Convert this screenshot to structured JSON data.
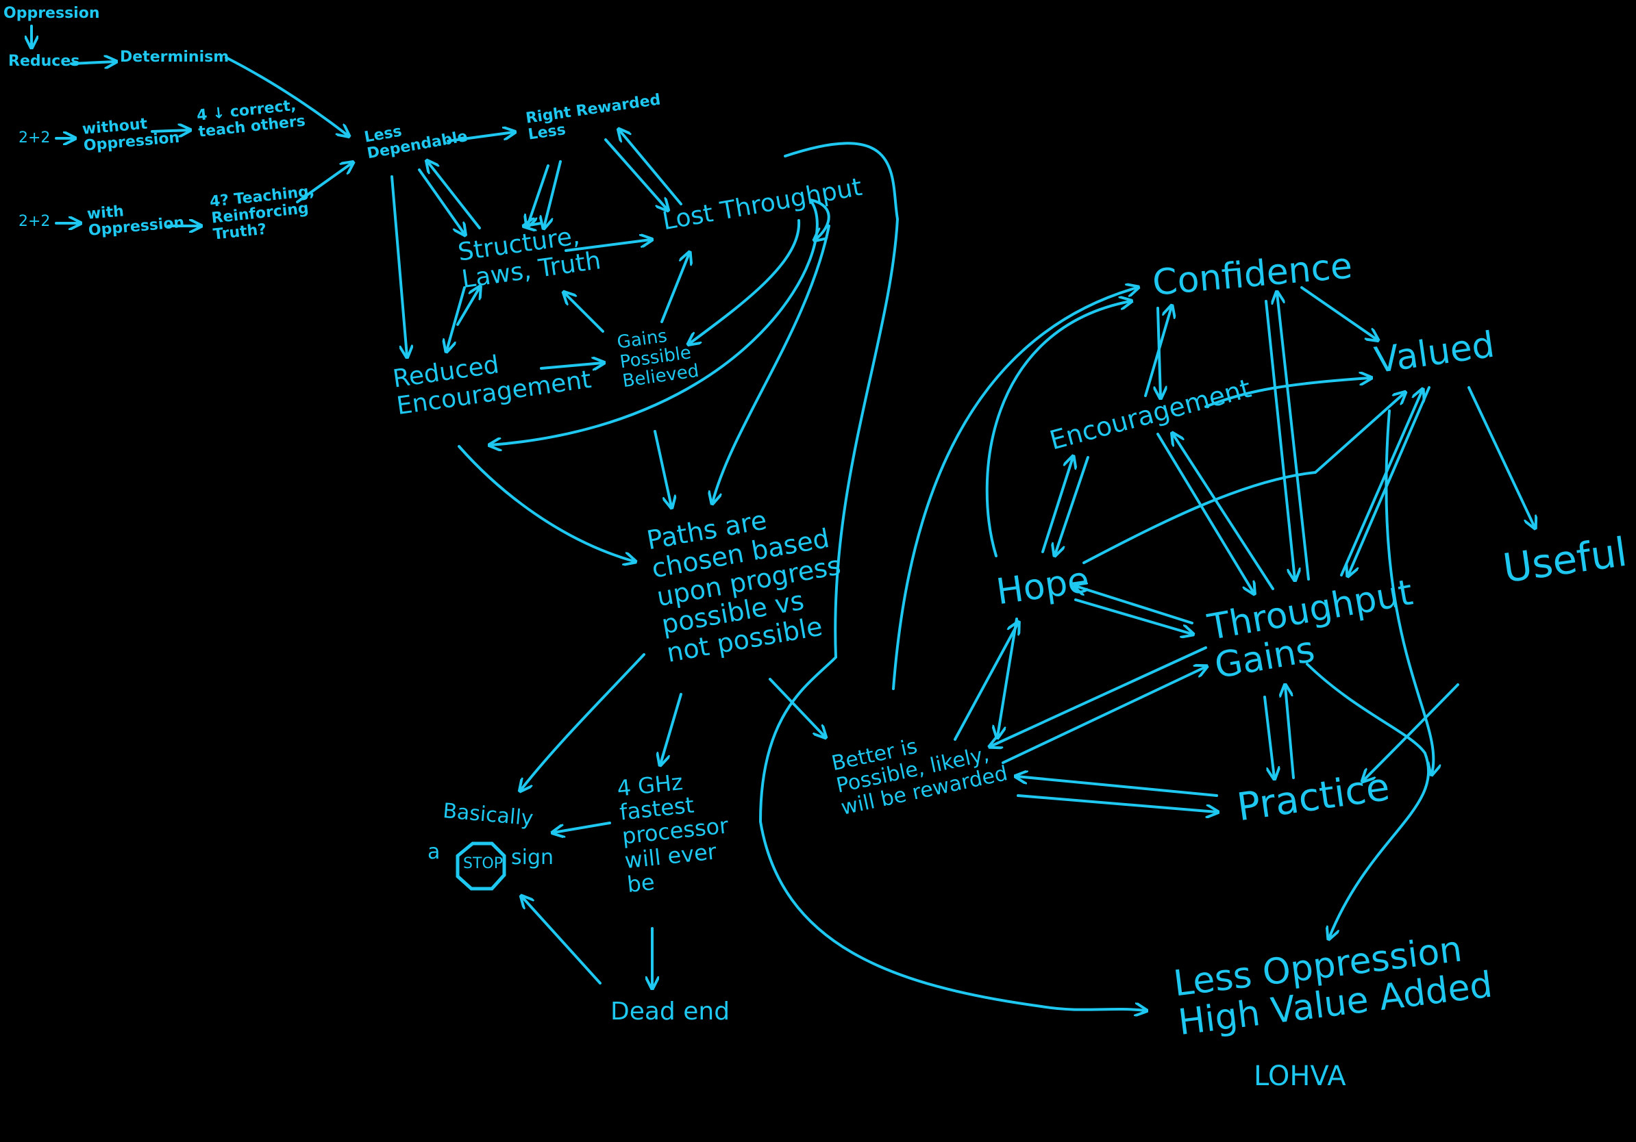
{
  "nodes": {
    "oppression_top": "Oppression",
    "reduces": "Reduces",
    "determinism": "Determinism",
    "eq1": "2+2",
    "without_oppression": "without\nOppression",
    "correct_teach": "4 ↓ correct,\nteach others",
    "eq2": "2+2",
    "with_oppression": "with\nOppression",
    "teaching_truth": "4? Teaching,\nReinforcing\nTruth?",
    "less_dependable": "Less\nDependable",
    "right_rewarded_less": "Right Rewarded\nLess",
    "structure_laws_truth": "Structure,\nLaws, Truth",
    "lost_throughput": "Lost Throughput",
    "reduced_encouragement": "Reduced\nEncouragement",
    "gains_possible_believed": "Gains\nPossible\nBelieved",
    "paths_chosen": "Paths are\nchosen based\nupon progress\npossible vs\nnot possible",
    "basically": "Basically",
    "a": "a",
    "stop": "STOP",
    "sign": "sign",
    "fast_processor": "4 GHz\nfastest\nprocessor\nwill ever\nbe",
    "dead_end": "Dead end",
    "better_possible": "Better is\nPossible, likely,\nwill be rewarded",
    "confidence": "Confidence",
    "valued": "Valued",
    "encouragement": "Encouragement",
    "hope": "Hope",
    "throughput_gains": "Throughput\nGains",
    "useful": "Useful",
    "practice": "Practice",
    "less_oppression": "Less Oppression\nHigh Value Added",
    "lohva": "LOHVA"
  },
  "colors": {
    "ink": "#1ec8f0",
    "background": "#000000"
  }
}
